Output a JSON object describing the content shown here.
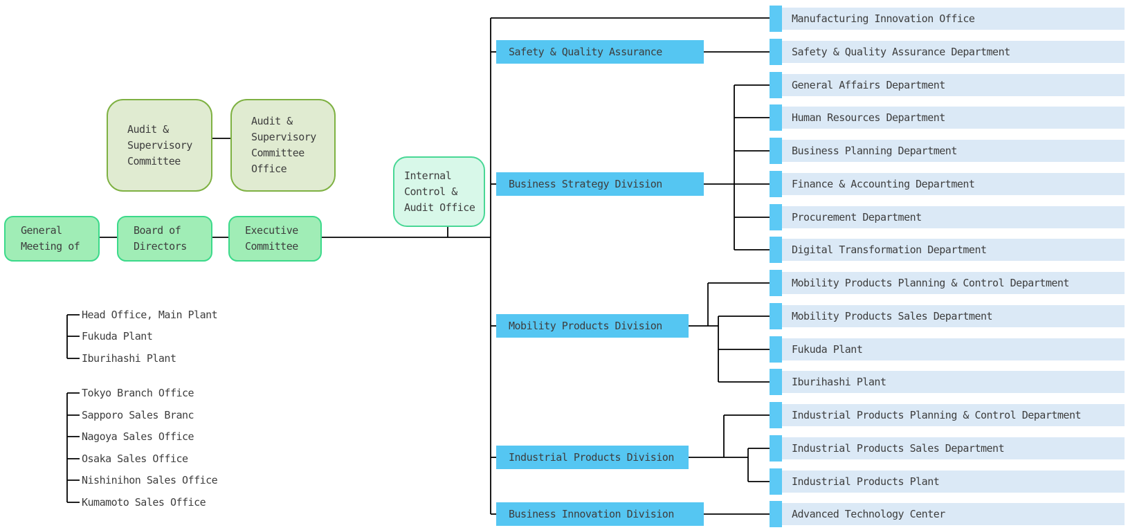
{
  "org": {
    "governance": [
      {
        "label": "General\nMeeting of"
      },
      {
        "label": "Board of\nDirectors"
      },
      {
        "label": "Executive\nCommittee"
      }
    ],
    "audit": {
      "committee": "Audit &\nSupervisory\nCommittee",
      "office": "Audit &\nSupervisory\nCommittee\nOffice"
    },
    "internal_control": "Internal\nControl &\nAudit Office",
    "divisions": [
      {
        "label": "Safety & Quality Assurance"
      },
      {
        "label": "Business Strategy Division"
      },
      {
        "label": "Mobility Products Division"
      },
      {
        "label": "Industrial Products Division"
      },
      {
        "label": "Business Innovation Division"
      }
    ],
    "departments": [
      {
        "label": "Manufacturing Innovation Office"
      },
      {
        "label": "Safety & Quality Assurance Department"
      },
      {
        "label": "General Affairs Department"
      },
      {
        "label": "Human Resources Department"
      },
      {
        "label": "Business Planning Department"
      },
      {
        "label": "Finance & Accounting Department"
      },
      {
        "label": "Procurement Department"
      },
      {
        "label": "Digital Transformation Department"
      },
      {
        "label": "Mobility Products Planning & Control Department"
      },
      {
        "label": "Mobility Products Sales Department"
      },
      {
        "label": "Fukuda Plant"
      },
      {
        "label": "Iburihashi Plant"
      },
      {
        "label": "Industrial Products Planning & Control Department"
      },
      {
        "label": "Industrial Products Sales Department"
      },
      {
        "label": "Industrial Products Plant"
      },
      {
        "label": "Advanced Technology Center"
      }
    ],
    "plants": [
      {
        "label": "Head Office, Main Plant"
      },
      {
        "label": "Fukuda Plant"
      },
      {
        "label": "Iburihashi Plant"
      }
    ],
    "sales_offices": [
      {
        "label": "Tokyo Branch Office"
      },
      {
        "label": "Sapporo Sales Branc"
      },
      {
        "label": "Nagoya Sales Office"
      },
      {
        "label": "Osaka Sales Office"
      },
      {
        "label": "Nishinihon Sales Office"
      },
      {
        "label": "Kumamoto Sales Office"
      }
    ],
    "colors": {
      "division_fill": "#55c6f2",
      "department_accent": "#5cc9f5",
      "department_fill": "#dbe9f6",
      "governance_fill": "#a0edb6",
      "governance_border": "#3bd98a",
      "audit_fill": "#e0ebd1",
      "audit_border": "#7eb142",
      "internal_fill": "#d8f8e9",
      "internal_border": "#48d795",
      "line": "#000000"
    }
  }
}
